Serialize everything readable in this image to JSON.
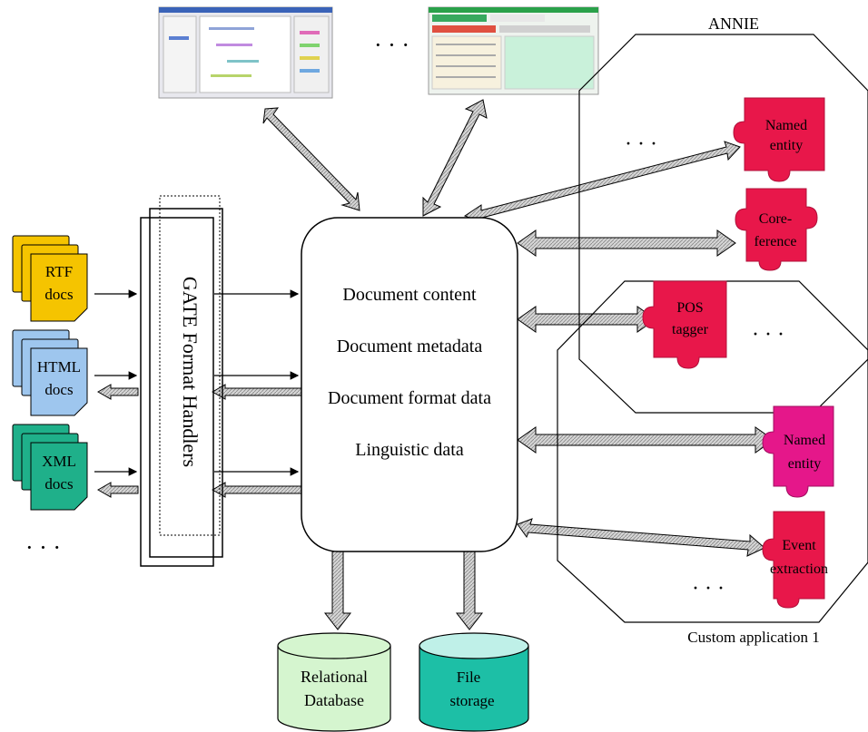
{
  "ellipsis": "· · ·",
  "doc_types": [
    {
      "line1": "RTF",
      "line2": "docs",
      "color": "#f5c400"
    },
    {
      "line1": "HTML",
      "line2": "docs",
      "color": "#9ec6ee"
    },
    {
      "line1": "XML",
      "line2": "docs",
      "color": "#1fb08a"
    }
  ],
  "format_handlers": "GATE Format Handlers",
  "center_box": {
    "items": [
      "Document content",
      "Document metadata",
      "Document format data",
      "Linguistic data"
    ]
  },
  "annie": {
    "title": "ANNIE",
    "pieces": [
      {
        "line1": "Named",
        "line2": "entity",
        "color": "#e8174a"
      },
      {
        "line1": "Core-",
        "line2": "ference",
        "color": "#e8174a"
      }
    ]
  },
  "shared_piece": {
    "line1": "POS",
    "line2": "tagger",
    "color": "#e8174a"
  },
  "custom_app": {
    "title": "Custom application 1",
    "pieces": [
      {
        "line1": "Named",
        "line2": "entity",
        "color": "#e5178a"
      },
      {
        "line1": "Event",
        "line2": "extraction",
        "color": "#e8174a"
      }
    ]
  },
  "storage": [
    {
      "line1": "Relational",
      "line2": "Database",
      "color": "#d5f5cf"
    },
    {
      "line1": "File",
      "line2": "storage",
      "color": "#1dbfa6"
    }
  ],
  "colors": {
    "arrow_fill": "#c6c6c6",
    "line": "#000000"
  }
}
